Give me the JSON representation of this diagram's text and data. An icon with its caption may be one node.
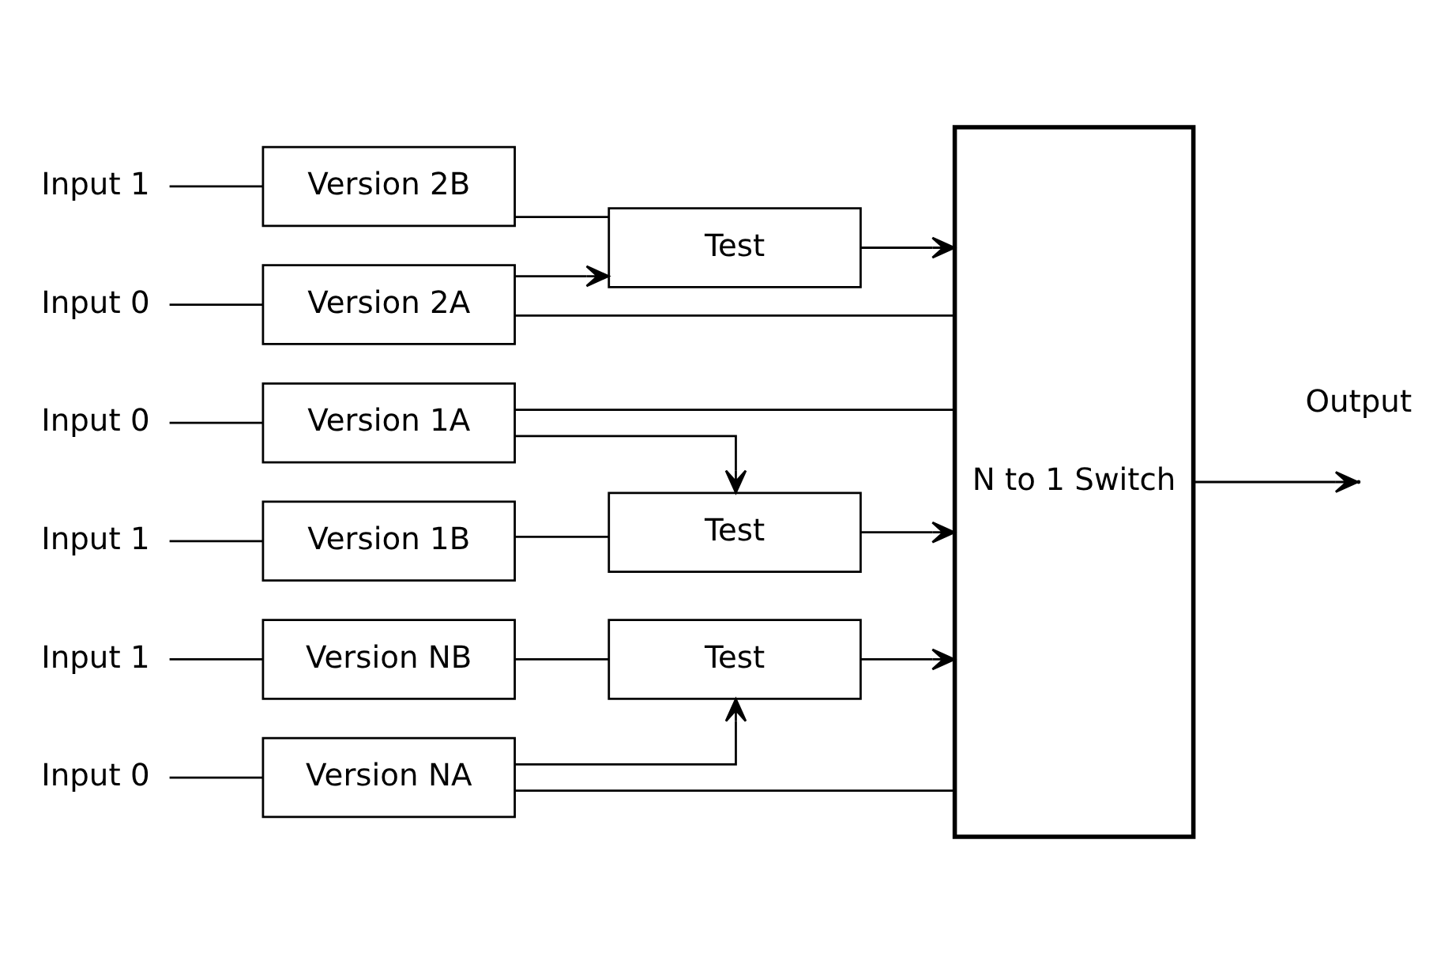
{
  "diagram": {
    "nodes": [
      {
        "text": [
          "Input 0"
        ]
      },
      {
        "text": [
          "Version 1A"
        ]
      },
      {
        "text": [
          "Input 1"
        ]
      },
      {
        "text": [
          "Version 1B"
        ]
      },
      {
        "text": [
          "Test"
        ]
      },
      {
        "text": [
          "Input 0"
        ]
      },
      {
        "text": [
          "Version 2A"
        ]
      },
      {
        "text": [
          "Input 1"
        ]
      },
      {
        "text": [
          "Version 2B"
        ]
      },
      {
        "text": [
          "Test"
        ]
      },
      {
        "text": [
          "Input 0"
        ]
      },
      {
        "text": [
          "Version NA"
        ]
      },
      {
        "text": [
          "Input 1"
        ]
      },
      {
        "text": [
          "Version NB"
        ]
      },
      {
        "text": [
          "Test"
        ]
      },
      {
        "text": [
          "N to 1 Switch"
        ]
      }
    ],
    "edges": [
      {
        "from": 0,
        "to": 1,
        "arrow": "none"
      },
      {
        "from": 2,
        "to": 3,
        "arrow": "none"
      },
      {
        "from": 1,
        "to": 15,
        "arrow": "none"
      },
      {
        "from": 1,
        "to": 4,
        "arrow": "to"
      },
      {
        "from": 3,
        "to": 4,
        "arrow": "none"
      },
      {
        "from": 4,
        "to": 15,
        "arrow": "to"
      },
      {
        "from": 5,
        "to": 6,
        "arrow": "none"
      },
      {
        "from": 7,
        "to": 8,
        "arrow": "none"
      },
      {
        "from": 6,
        "to": 15,
        "arrow": "none"
      },
      {
        "from": 6,
        "to": 9,
        "arrow": "to"
      },
      {
        "from": 8,
        "to": 9,
        "arrow": "none"
      },
      {
        "from": 9,
        "to": 15,
        "arrow": "to"
      },
      {
        "from": 10,
        "to": 11,
        "arrow": "none"
      },
      {
        "from": 12,
        "to": 13,
        "arrow": "none"
      },
      {
        "from": 11,
        "to": 15,
        "arrow": "none"
      },
      {
        "from": 11,
        "to": 14,
        "arrow": "to"
      },
      {
        "from": 13,
        "to": 14,
        "arrow": "none"
      },
      {
        "from": 14,
        "to": 15,
        "arrow": "to"
      },
      {
        "from": 15,
        "to": null,
        "arrow": "to"
      }
    ],
    "labels": [
      "Output"
    ]
  }
}
